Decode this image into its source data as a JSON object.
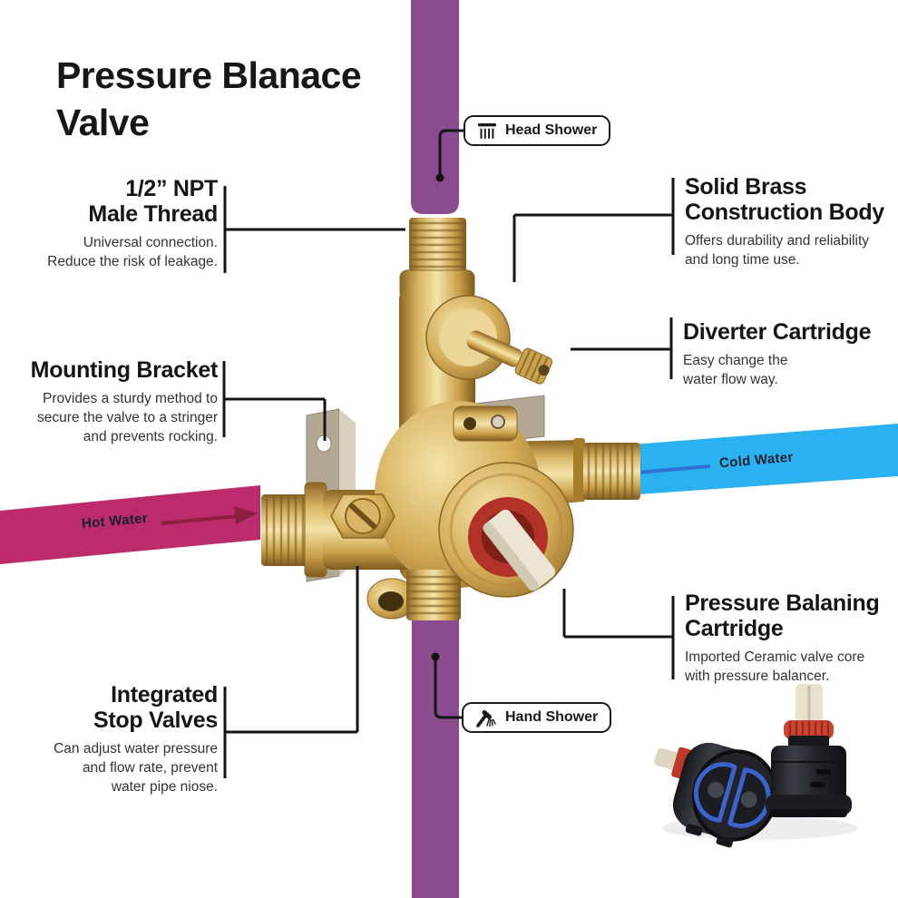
{
  "title": {
    "line1": "Pressure Blanace",
    "line2": "Valve"
  },
  "labels": {
    "head_shower": "Head Shower",
    "hand_shower": "Hand Shower",
    "hot_water": "Hot Water",
    "cold_water": "Cold Water"
  },
  "callouts": {
    "npt": {
      "title1": "1/2” NPT",
      "title2": "Male Thread",
      "desc1": "Universal connection.",
      "desc2": "Reduce the risk of leakage."
    },
    "solid_brass": {
      "title1": "Solid Brass",
      "title2": "Construction Body",
      "desc1": "Offers durability and reliability",
      "desc2": "and long time use."
    },
    "diverter": {
      "title1": "Diverter Cartridge",
      "desc1": "Easy change the",
      "desc2": "water flow way."
    },
    "mounting": {
      "title1": "Mounting Bracket",
      "desc1": "Provides a sturdy method to",
      "desc2": "secure the valve to a stringer",
      "desc3": "and prevents rocking."
    },
    "pressure": {
      "title1": "Pressure Balaning",
      "title2": "Cartridge",
      "desc1": "Imported Ceramic valve core",
      "desc2": "with pressure balancer."
    },
    "stop_valves": {
      "title1": "Integrated",
      "title2": "Stop Valves",
      "desc1": "Can adjust water pressure",
      "desc2": "and flow rate, prevent",
      "desc3": "water pipe niose."
    }
  },
  "icons": {
    "head_shower": "shower-head-icon",
    "hand_shower": "hand-shower-icon"
  },
  "colors": {
    "pipe_purple": "#8b4b8f",
    "pipe_blue": "#29b2ef",
    "pipe_magenta": "#bc2c6c",
    "arrow_blue": "#2e6fd8",
    "arrow_red": "#8c1f40",
    "callout_line": "#141414",
    "text": "#1c1c1c",
    "brass": "#c9a24d",
    "red_ring": "#b23227"
  }
}
